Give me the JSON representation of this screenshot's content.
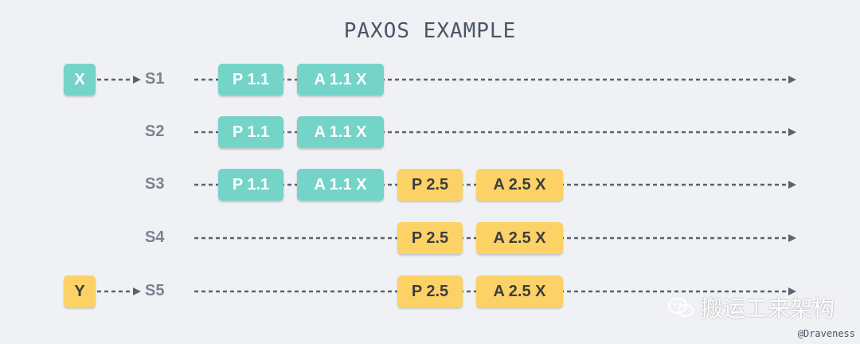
{
  "title": "PAXOS EXAMPLE",
  "servers": [
    "S1",
    "S2",
    "S3",
    "S4",
    "S5"
  ],
  "clients": [
    {
      "label": "X",
      "server": "S1",
      "color": "#74d4c8"
    },
    {
      "label": "Y",
      "server": "S5",
      "color": "#fcd266"
    }
  ],
  "messages": {
    "prepare_1": "P 1.1",
    "accept_1": "A 1.1 X",
    "prepare_2": "P 2.5",
    "accept_2": "A 2.5 X"
  },
  "watermark": "搬运工来架构",
  "handle": "@Draveness",
  "colors": {
    "proposal_1": "#74d4c8",
    "proposal_2": "#fcd266",
    "line": "#5b6270",
    "background": "#eff1f4"
  }
}
